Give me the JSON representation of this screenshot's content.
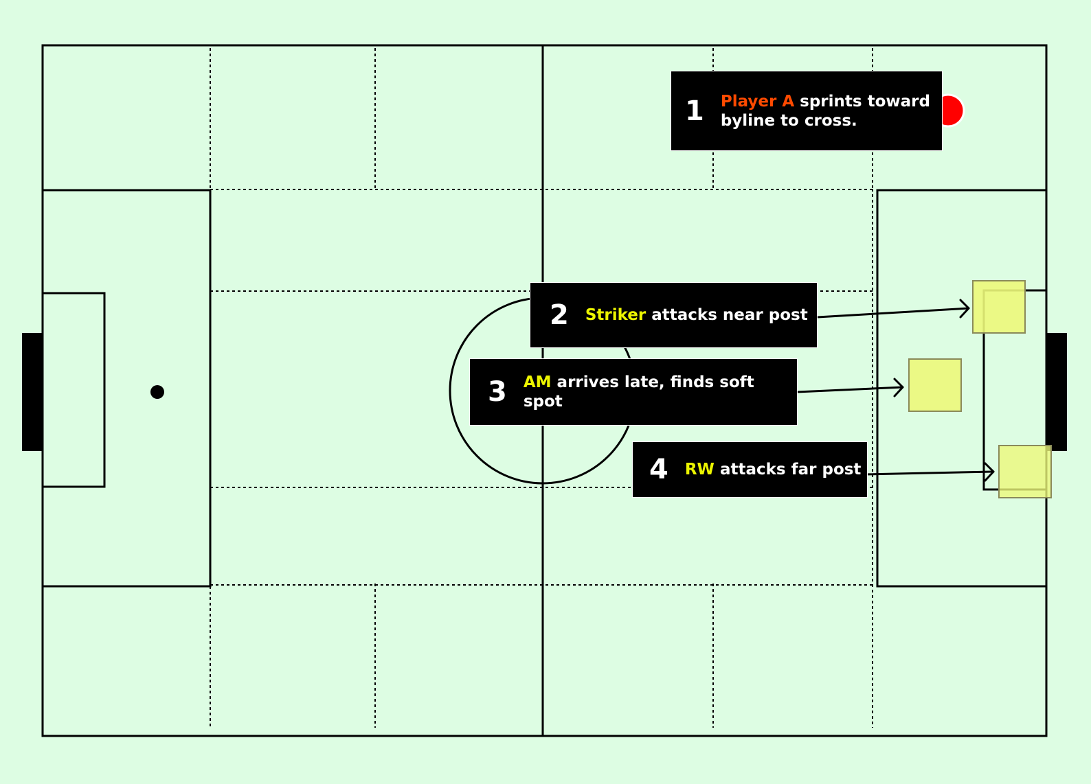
{
  "colors": {
    "background": "#ddfde3",
    "line": "#000000",
    "player_marker": "#ff0000",
    "target_zone": "#ecf87a",
    "highlight_orange": "#ff4a00",
    "highlight_yellow": "#ecf500"
  },
  "callouts": [
    {
      "number": "1",
      "highlight": "Player A",
      "text": " sprints toward",
      "text2": "byline to cross."
    },
    {
      "number": "2",
      "highlight": "Striker",
      "text": " attacks near post"
    },
    {
      "number": "3",
      "highlight": "AM",
      "text": " arrives late, finds soft spot"
    },
    {
      "number": "4",
      "highlight": "RW",
      "text": " attacks far post"
    }
  ],
  "markers": [
    {
      "name": "player-a-marker",
      "shape": "circle"
    },
    {
      "name": "near-post-zone",
      "shape": "square"
    },
    {
      "name": "soft-spot-zone",
      "shape": "square"
    },
    {
      "name": "far-post-zone",
      "shape": "square"
    }
  ]
}
